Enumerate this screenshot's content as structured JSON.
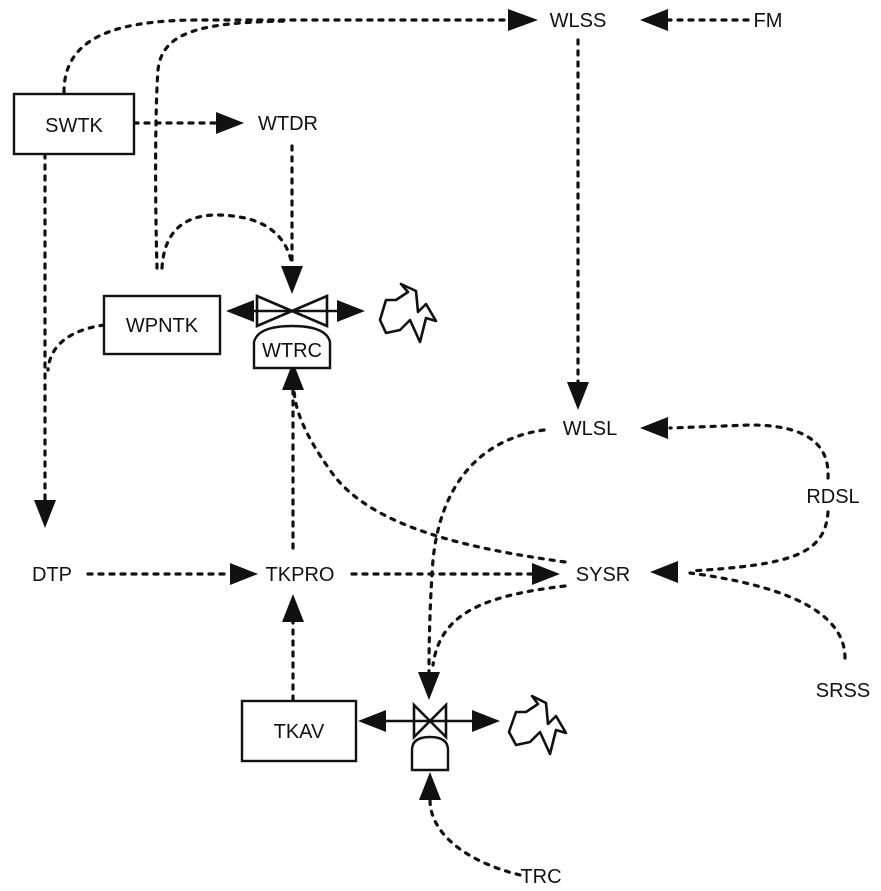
{
  "diagram": {
    "boxes": {
      "swtk": "SWTK",
      "wpntk": "WPNTK",
      "tkav": "TKAV"
    },
    "nodes": {
      "wlss": "WLSS",
      "fm": "FM",
      "wtdr": "WTDR",
      "wlsl": "WLSL",
      "rdsl": "RDSL",
      "dtp": "DTP",
      "tkpro": "TKPRO",
      "sysr": "SYSR",
      "srss": "SRSS",
      "trc": "TRC"
    },
    "valves": {
      "wtrc": "WTRC",
      "lower": ""
    },
    "icons": [
      "goat-icon",
      "goat-icon"
    ]
  }
}
